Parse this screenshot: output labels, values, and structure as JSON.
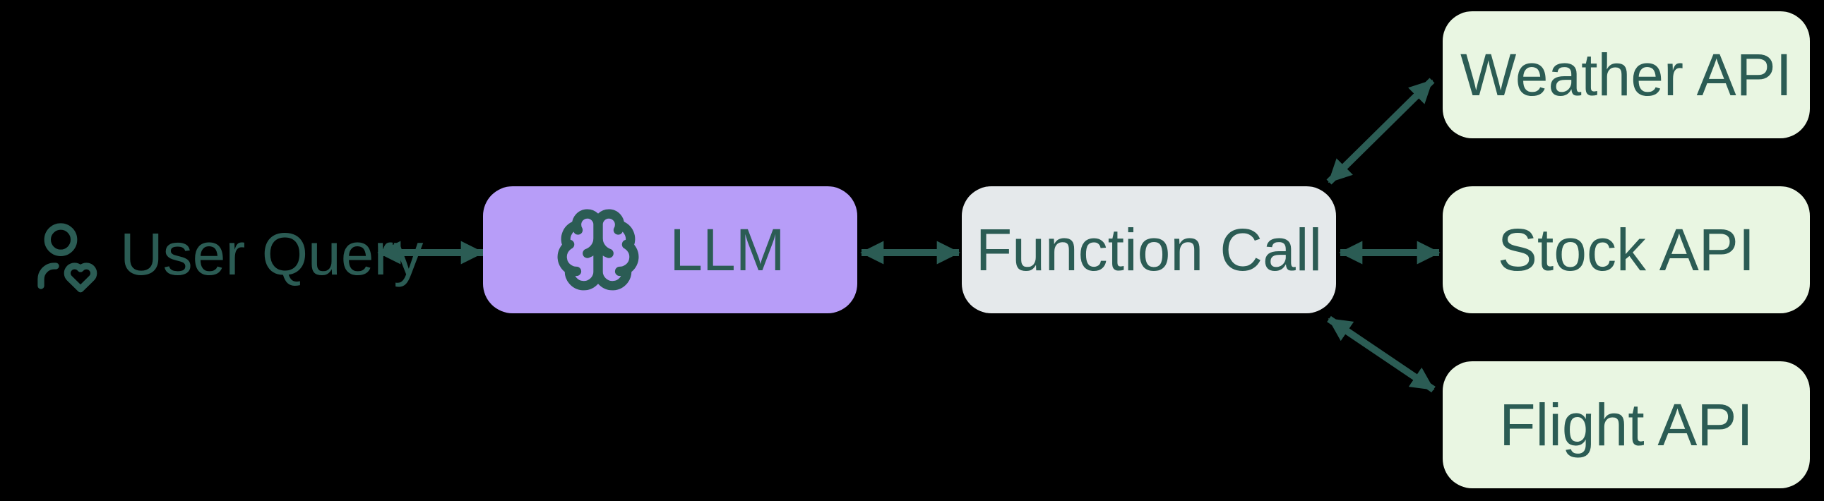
{
  "canvas": {
    "background": "#000000"
  },
  "colors": {
    "teal": "#2b5c54",
    "llm_fill": "#b79df8",
    "function_call_fill": "#e5e9eb",
    "api_fill": "#e9f6e2"
  },
  "nodes": {
    "user_query": {
      "label": "User Query",
      "icon": "user-heart-icon"
    },
    "llm": {
      "label": "LLM",
      "icon": "brain-icon",
      "fill": "#b79df8"
    },
    "function_call": {
      "label": "Function Call",
      "fill": "#e5e9eb"
    },
    "weather_api": {
      "label": "Weather API",
      "fill": "#e9f6e2"
    },
    "stock_api": {
      "label": "Stock API",
      "fill": "#e9f6e2"
    },
    "flight_api": {
      "label": "Flight API",
      "fill": "#e9f6e2"
    }
  },
  "edges": [
    {
      "from": "User Query",
      "to": "LLM",
      "style": "double-headed-arrow"
    },
    {
      "from": "LLM",
      "to": "Function Call",
      "style": "double-headed-arrow"
    },
    {
      "from": "Function Call",
      "to": "Weather API",
      "style": "double-headed-arrow"
    },
    {
      "from": "Function Call",
      "to": "Stock API",
      "style": "double-headed-arrow"
    },
    {
      "from": "Function Call",
      "to": "Flight API",
      "style": "double-headed-arrow"
    }
  ]
}
